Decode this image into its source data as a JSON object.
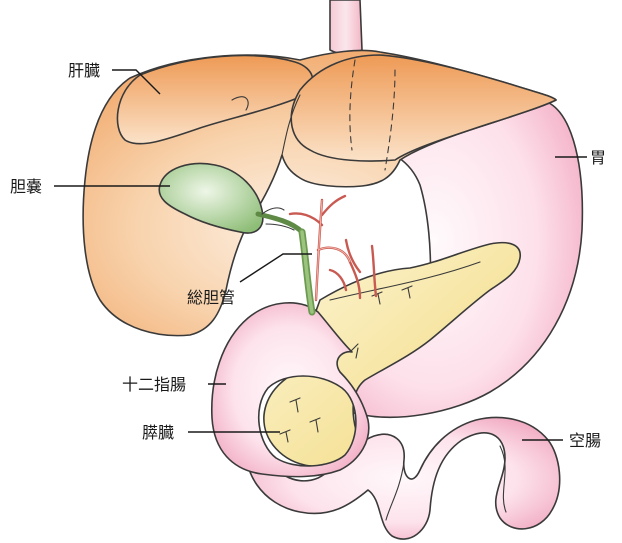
{
  "labels": {
    "liver": "肝臓",
    "gallbladder": "胆嚢",
    "bile_duct": "総胆管",
    "duodenum": "十二指腸",
    "pancreas": "膵臓",
    "stomach": "胃",
    "jejunum": "空腸"
  },
  "colors": {
    "liver": "#f0a563",
    "gallbladder": "#8fc07a",
    "stomach": "#f4b7cc",
    "pancreas": "#f3df8a",
    "vessels": "#d9736a",
    "bile_duct": "#7fae5c",
    "esophagus": "#f2c2ce"
  }
}
